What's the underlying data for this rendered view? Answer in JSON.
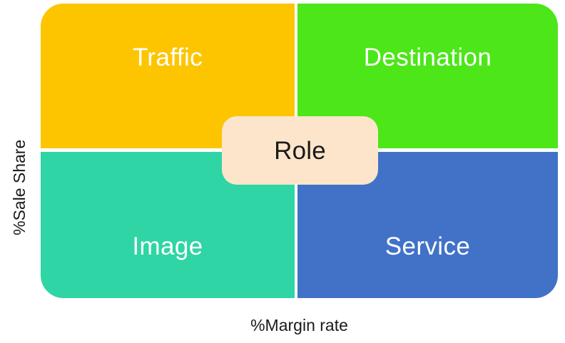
{
  "chart_data": {
    "type": "table",
    "title": "",
    "xlabel": "%Margin rate",
    "ylabel": "%Sale Share",
    "grid": false,
    "legend_position": "none",
    "axis_ranges": {
      "x": [
        "low",
        "high"
      ],
      "y": [
        "low",
        "high"
      ]
    },
    "center_label": "Role",
    "categories": [
      "Traffic",
      "Destination",
      "Image",
      "Service"
    ],
    "quadrants": [
      {
        "key": "top-left",
        "label": "Traffic",
        "color": "#FDC500",
        "text_color": "#FFFFFF",
        "x_level": "low",
        "y_level": "high"
      },
      {
        "key": "top-right",
        "label": "Destination",
        "color": "#4CE619",
        "text_color": "#FFFFFF",
        "x_level": "high",
        "y_level": "high"
      },
      {
        "key": "bottom-left",
        "label": "Image",
        "color": "#2FD5A5",
        "text_color": "#FFFFFF",
        "x_level": "low",
        "y_level": "low"
      },
      {
        "key": "bottom-right",
        "label": "Service",
        "color": "#4172C8",
        "text_color": "#FFFFFF",
        "x_level": "high",
        "y_level": "low"
      }
    ]
  },
  "axes": {
    "y_label": "%Sale Share",
    "x_label": "%Margin rate"
  },
  "center": {
    "label": "Role",
    "fill": "#FCE5CA",
    "text_color": "#1A1A1A"
  },
  "colors": {
    "background": "#FFFFFF",
    "traffic": "#FDC500",
    "destination": "#4CE619",
    "image": "#2FD5A5",
    "service": "#4172C8",
    "center_box": "#FCE5CA",
    "label_text": "#FFFFFF",
    "axis_text": "#1A1A1A"
  }
}
